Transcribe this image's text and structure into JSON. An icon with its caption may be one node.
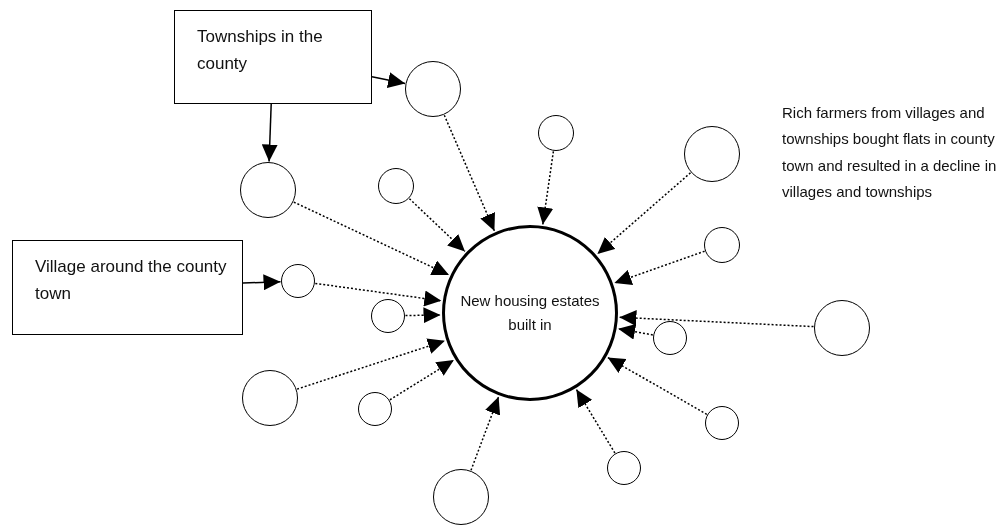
{
  "diagram": {
    "nodes": [
      {
        "text": [
          "Townships in the county"
        ]
      },
      {
        "text": [],
        "shape": "circle"
      },
      {
        "text": [],
        "shape": "circle"
      },
      {
        "text": [],
        "shape": "circle"
      },
      {
        "text": [],
        "shape": "circle"
      },
      {
        "text": [],
        "shape": "circle"
      },
      {
        "text": [
          "Village around the county town"
        ]
      },
      {
        "text": [],
        "shape": "circle"
      },
      {
        "text": [],
        "shape": "circle"
      },
      {
        "text": [
          "New housing estates built in"
        ]
      },
      {
        "text": [],
        "shape": "circle"
      },
      {
        "text": [],
        "shape": "circle"
      },
      {
        "text": [],
        "shape": "circle"
      },
      {
        "text": [],
        "shape": "circle"
      },
      {
        "text": [],
        "shape": "circle"
      },
      {
        "text": [],
        "shape": "circle"
      },
      {
        "text": [],
        "shape": "circle"
      },
      {
        "text": [],
        "shape": "circle"
      }
    ],
    "edges": [
      {
        "from": 0,
        "to": 1,
        "arrow": "to"
      },
      {
        "from": 0,
        "to": 5,
        "arrow": "to"
      },
      {
        "from": 6,
        "to": 8,
        "arrow": "to"
      },
      {
        "from": 1,
        "to": 9,
        "arrow": "to",
        "style": "dashed"
      },
      {
        "from": 2,
        "to": 9,
        "arrow": "to",
        "style": "dashed"
      },
      {
        "from": 3,
        "to": 9,
        "arrow": "to",
        "style": "dashed"
      },
      {
        "from": 4,
        "to": 9,
        "arrow": "to",
        "style": "dashed"
      },
      {
        "from": 5,
        "to": 9,
        "arrow": "to",
        "style": "dashed"
      },
      {
        "from": 7,
        "to": 9,
        "arrow": "to",
        "style": "dashed"
      },
      {
        "from": 8,
        "to": 9,
        "arrow": "to",
        "style": "dashed"
      },
      {
        "from": 10,
        "to": 9,
        "arrow": "to",
        "style": "dashed"
      },
      {
        "from": 11,
        "to": 9,
        "arrow": "to",
        "style": "dashed"
      },
      {
        "from": 12,
        "to": 9,
        "arrow": "to",
        "style": "dashed"
      },
      {
        "from": 13,
        "to": 9,
        "arrow": "to",
        "style": "dashed"
      },
      {
        "from": 14,
        "to": 9,
        "arrow": "to",
        "style": "dashed"
      },
      {
        "from": 15,
        "to": 9,
        "arrow": "to",
        "style": "dashed"
      },
      {
        "from": 16,
        "to": 9,
        "arrow": "to",
        "style": "dashed"
      },
      {
        "from": 17,
        "to": 9,
        "arrow": "to",
        "style": "dashed"
      }
    ],
    "labels": [
      "Rich farmers from villages and townships bought flats in county town and resulted in a decline in villages and townships"
    ]
  }
}
